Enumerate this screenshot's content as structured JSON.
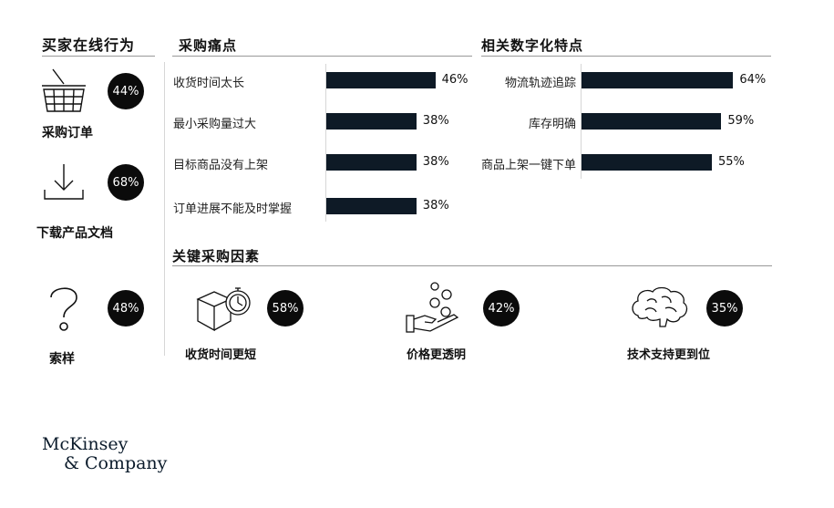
{
  "left": {
    "title": "买家在线行为",
    "items": [
      {
        "label": "采购订单",
        "value": "44%",
        "icon": "basket-icon"
      },
      {
        "label": "下载产品文档",
        "value": "68%",
        "icon": "download-icon"
      },
      {
        "label": "索样",
        "value": "48%",
        "icon": "question-mark-icon"
      }
    ]
  },
  "pain": {
    "title": "采购痛点"
  },
  "digital": {
    "title": "相关数字化特点"
  },
  "factors": {
    "title": "关键采购因素",
    "items": [
      {
        "label": "收货时间更短",
        "value": "58%",
        "icon": "box-stopwatch-icon"
      },
      {
        "label": "价格更透明",
        "value": "42%",
        "icon": "hand-coins-icon"
      },
      {
        "label": "技术支持更到位",
        "value": "35%",
        "icon": "brain-icon"
      }
    ]
  },
  "logo": {
    "line1": "McKinsey",
    "line2": "& Company"
  },
  "chart_data": [
    {
      "type": "bar",
      "orientation": "horizontal",
      "title": "采购痛点",
      "categories": [
        "收货时间太长",
        "最小采购量过大",
        "目标商品没有上架",
        "订单进展不能及时掌握"
      ],
      "values": [
        46,
        38,
        38,
        38
      ],
      "labels": [
        "46%",
        "38%",
        "38%",
        "38%"
      ],
      "xlim": [
        0,
        64
      ],
      "grid": false,
      "color": "#0e1a26"
    },
    {
      "type": "bar",
      "orientation": "horizontal",
      "title": "相关数字化特点",
      "categories": [
        "物流轨迹追踪",
        "库存明确",
        "商品上架一键下单"
      ],
      "values": [
        64,
        59,
        55
      ],
      "labels": [
        "64%",
        "59%",
        "55%"
      ],
      "xlim": [
        0,
        64
      ],
      "grid": false,
      "color": "#0e1a26"
    }
  ]
}
